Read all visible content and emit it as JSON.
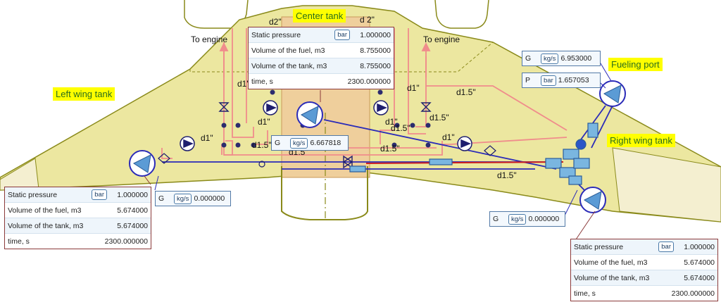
{
  "labels": {
    "center_tank": "Center tank",
    "left_wing_tank": "Left wing tank",
    "right_wing_tank": "Right wing tank",
    "fueling_port": "Fueling port",
    "to_engine_left": "To engine",
    "to_engine_right": "To engine"
  },
  "pipe_dims": [
    "d2\"",
    "d 2\"",
    "d1\"",
    "d1\"",
    "d1\"",
    "d1\"",
    "d1.5\"",
    "d1.5\"",
    "d1.5\"",
    "d1.5\"",
    "d1.5\"",
    "d1.5\"",
    "d1\"",
    "d1\"",
    "d1.5\""
  ],
  "center_panel": {
    "rows": [
      {
        "name": "Static pressure",
        "unit": "bar",
        "value": "1.000000"
      },
      {
        "name": "Volume of the fuel, m3",
        "unit": "",
        "value": "8.755000"
      },
      {
        "name": "Volume of the tank, m3",
        "unit": "",
        "value": "8.755000"
      },
      {
        "name": "time, s",
        "unit": "",
        "value": "2300.000000"
      }
    ]
  },
  "left_panel": {
    "rows": [
      {
        "name": "Static pressure",
        "unit": "bar",
        "value": "1.000000"
      },
      {
        "name": "Volume of the fuel, m3",
        "unit": "",
        "value": "5.674000"
      },
      {
        "name": "Volume of the tank, m3",
        "unit": "",
        "value": "5.674000"
      },
      {
        "name": "time, s",
        "unit": "",
        "value": "2300.000000"
      }
    ]
  },
  "right_panel": {
    "rows": [
      {
        "name": "Static pressure",
        "unit": "bar",
        "value": "1.000000"
      },
      {
        "name": "Volume of the fuel, m3",
        "unit": "",
        "value": "5.674000"
      },
      {
        "name": "Volume of the tank, m3",
        "unit": "",
        "value": "5.674000"
      },
      {
        "name": "time, s",
        "unit": "",
        "value": "2300.000000"
      }
    ]
  },
  "gauges": {
    "port_flow": {
      "name": "G",
      "unit": "kg/s",
      "value": "6.953000"
    },
    "port_pressure": {
      "name": "P",
      "unit": "bar",
      "value": "1.657053"
    },
    "center_flow": {
      "name": "G",
      "unit": "kg/s",
      "value": "6.667818"
    },
    "left_flow": {
      "name": "G",
      "unit": "kg/s",
      "value": "0.000000"
    },
    "right_flow": {
      "name": "G",
      "unit": "kg/s",
      "value": "0.000000"
    }
  },
  "colors": {
    "wing_fill": "#ece7a0",
    "wing_outline": "#8a8a1a",
    "center_fill": "#efcf9c",
    "pipe_salmon": "#f08c8c",
    "line_blue": "#2b2bb8",
    "label_bg": "#ffff00",
    "label_text": "#2a6e1b",
    "panel_border": "#8b3a3a"
  }
}
